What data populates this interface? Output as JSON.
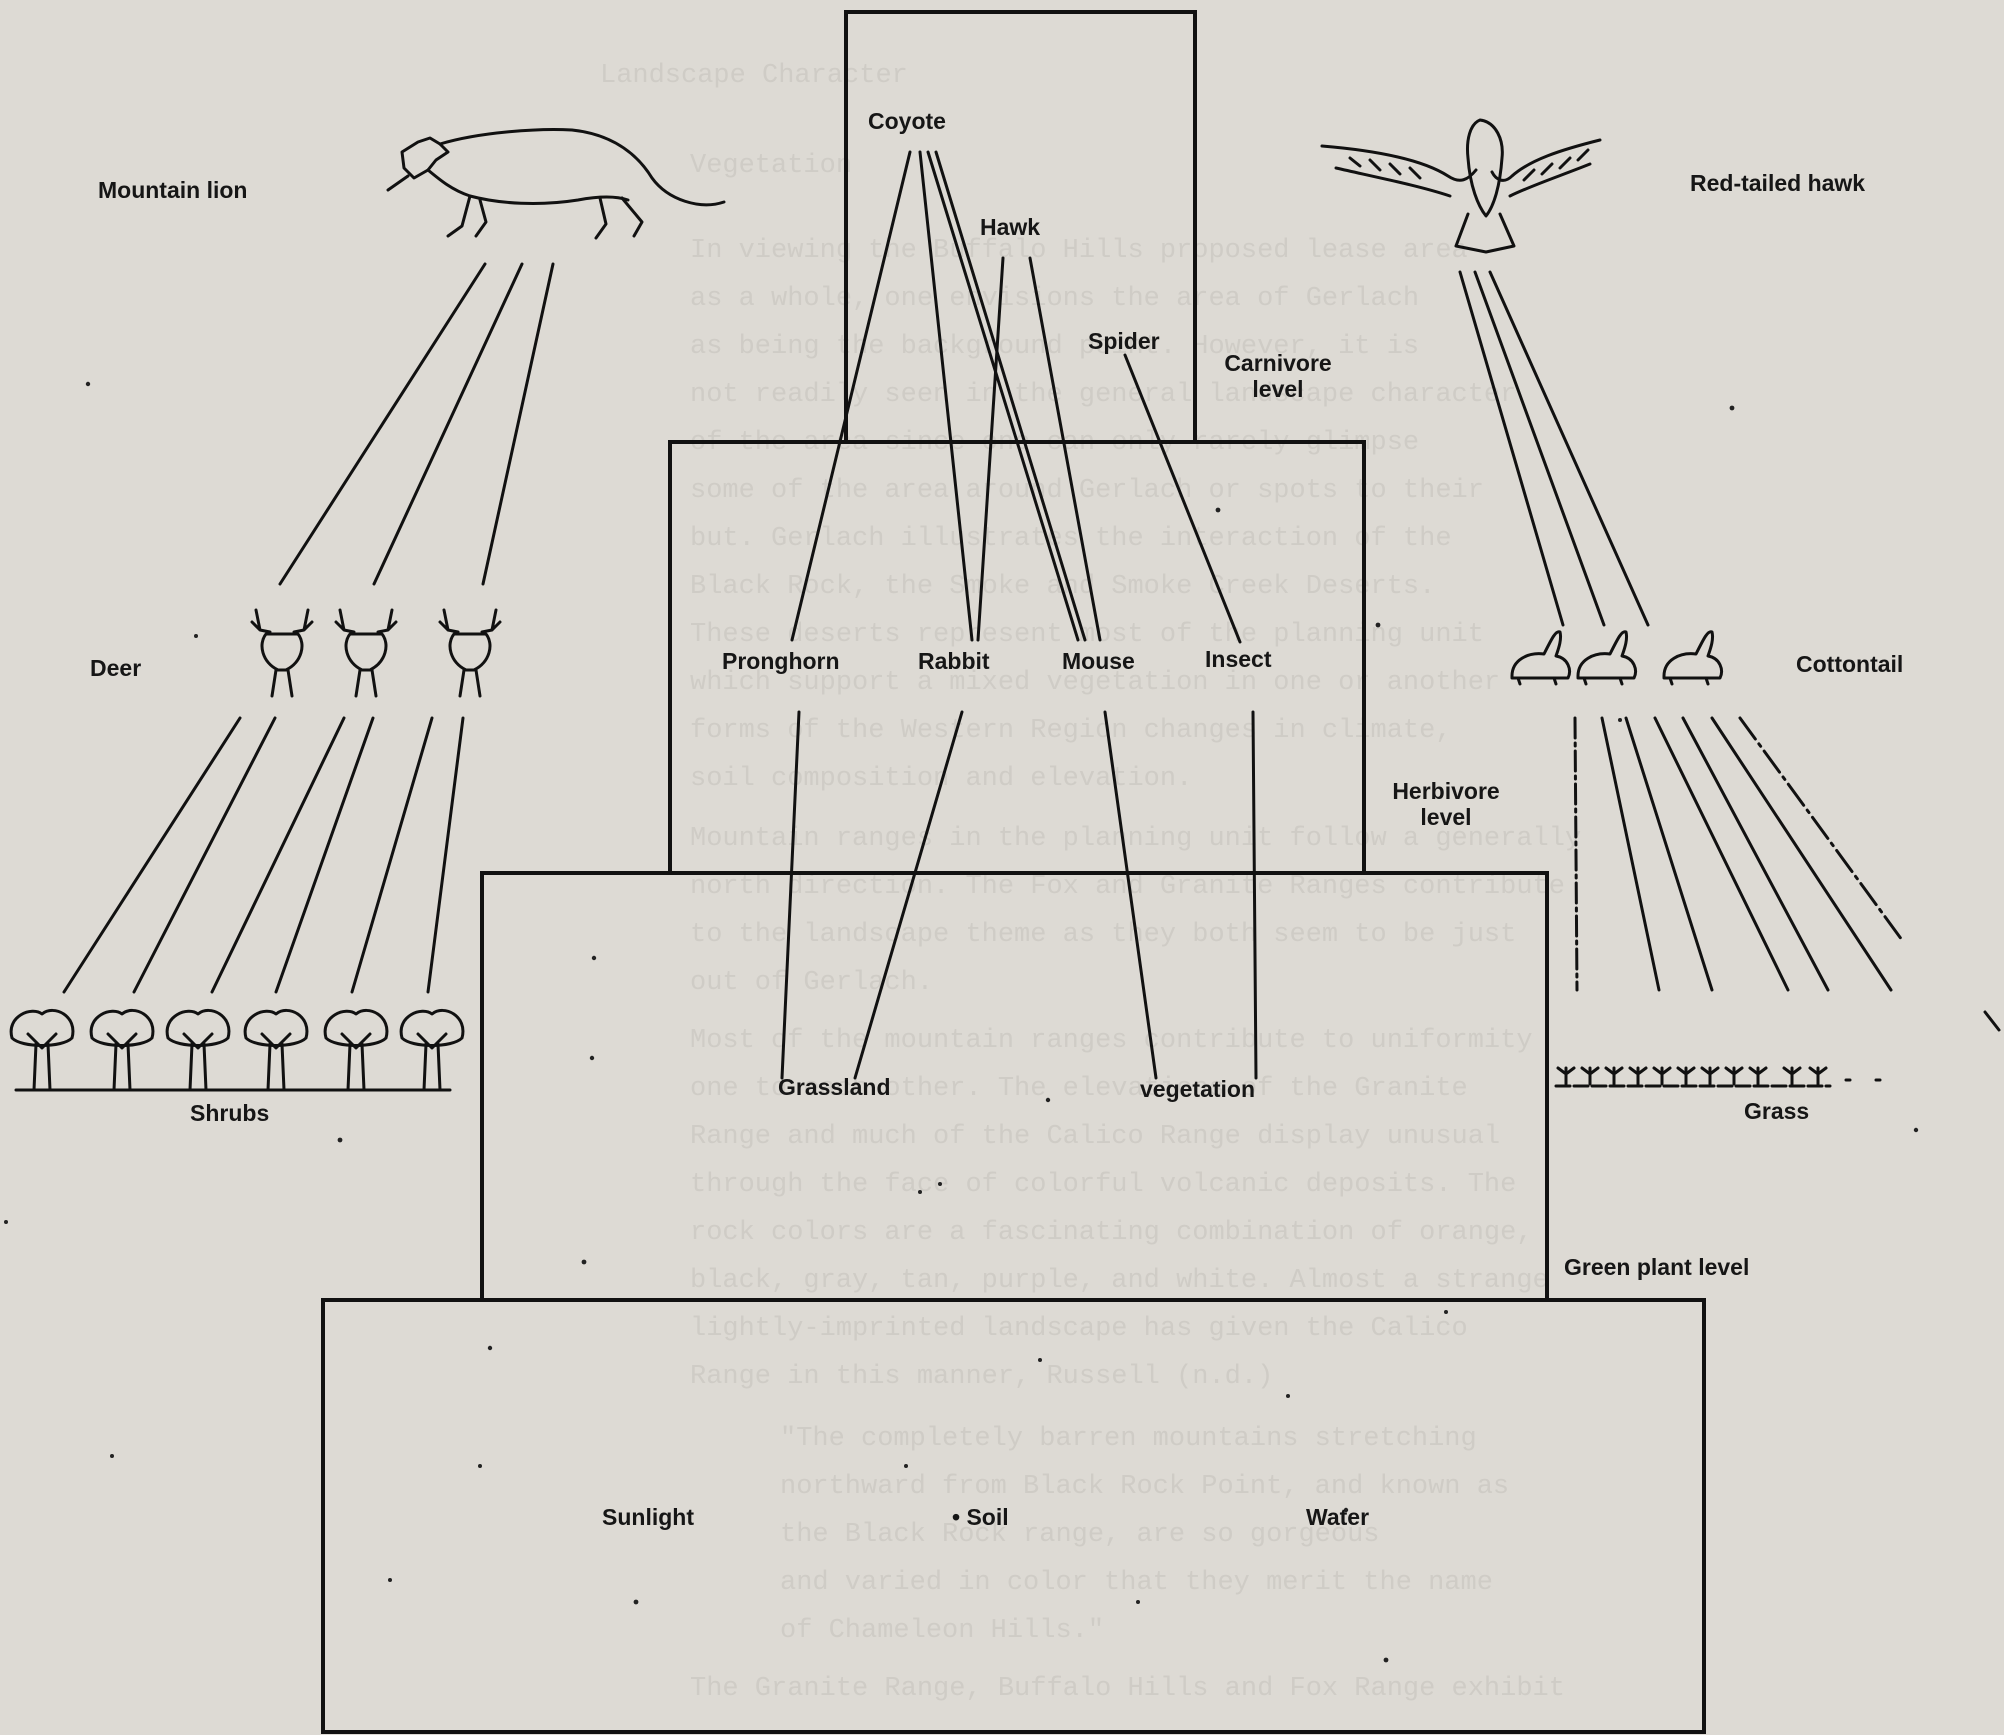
{
  "faint_background_text": [
    "Landscape Character",
    "Vegetation",
    "In viewing the Buffalo Hills proposed lease area",
    "as a whole, one envisions the area of Gerlach",
    "as being the background point. However, it is",
    "not readily seen in the general landscape character",
    "of the area since one can only rarely glimpse",
    "some of the area around Gerlach or spots to their",
    "but. Gerlach illustrates the interaction of the",
    "Black Rock, the Smoke and Smoke Creek Deserts.",
    "These deserts represent most of the planning unit",
    "which support a mixed vegetation in one or another",
    "forms of the Western Region changes in climate,",
    "soil composition and elevation.",
    "Mountain ranges in the planning unit follow a generally",
    "north direction. The Fox and Granite Ranges contribute",
    "to the landscape theme as they both seem to be just",
    "out of Gerlach.",
    "Most of the mountain ranges contribute to uniformity",
    "one to each other. The elevations of the Granite",
    "Range and much of the Calico Range display unusual",
    "through the face of colorful volcanic deposits. The",
    "rock colors are a fascinating combination of orange,",
    "black, gray, tan, purple, and white. Almost a strange",
    "lightly-imprinted landscape has given the Calico",
    "Range in this manner, Russell (n.d.)",
    "\"The completely barren mountains stretching",
    "northward from Black Rock Point, and known as",
    "the Black Rock range, are so gorgeous",
    "and varied in color that they merit the name",
    "of Chameleon Hills.\"",
    "The Granite Range, Buffalo Hills and Fox Range exhibit"
  ],
  "animals": {
    "mountain_lion": "Mountain lion",
    "red_tailed_hawk": "Red-tailed hawk",
    "deer": "Deer",
    "cottontail": "Cottontail",
    "shrubs": "Shrubs",
    "grass": "Grass"
  },
  "carnivores": {
    "coyote": "Coyote",
    "hawk": "Hawk",
    "spider": "Spider"
  },
  "herbivores": {
    "pronghorn": "Pronghorn",
    "rabbit": "Rabbit",
    "mouse": "Mouse",
    "insect": "Insect"
  },
  "plants": {
    "grassland": "Grassland",
    "vegetation": "vegetation"
  },
  "base": {
    "sunlight": "Sunlight",
    "soil": "Soil",
    "water": "Water"
  },
  "levels": {
    "carnivore": [
      "Carnivore",
      "level"
    ],
    "herbivore": [
      "Herbivore",
      "level"
    ],
    "green_plant": "Green plant level"
  }
}
